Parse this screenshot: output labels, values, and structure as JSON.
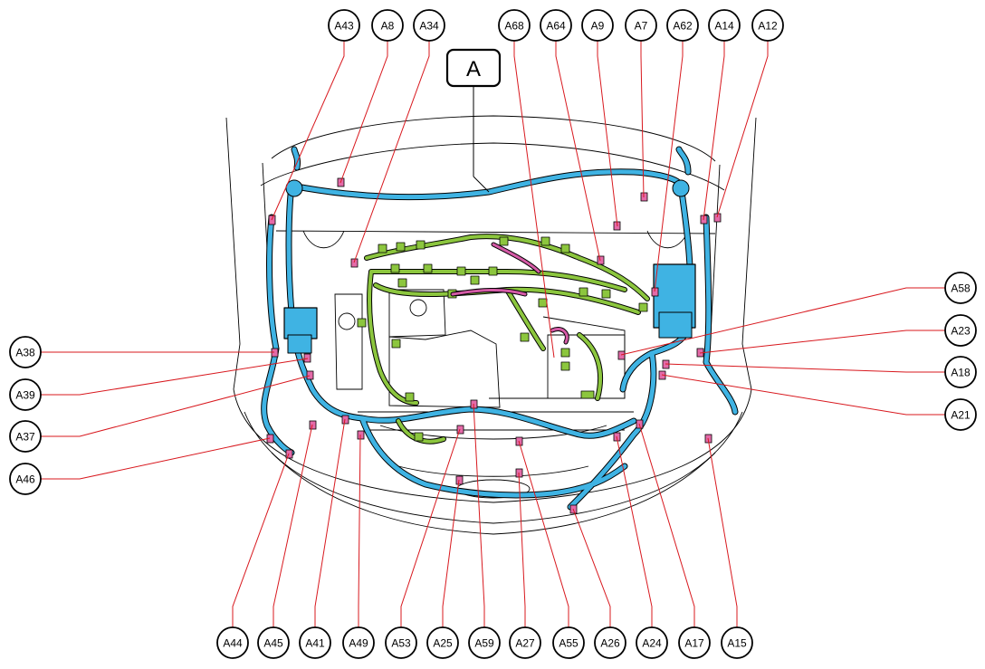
{
  "figure_label": "A",
  "colors": {
    "leader_line": "#d8181e",
    "harness_blue": "#3fb3e3",
    "harness_green": "#8cc63e",
    "harness_pink": "#d45aa6",
    "connector_pink": "#e46aa8",
    "outline": "#000000",
    "circle_fill": "#ffffff"
  },
  "callouts": {
    "top": [
      "A43",
      "A8",
      "A34",
      "A68",
      "A64",
      "A9",
      "A7",
      "A62",
      "A14",
      "A12"
    ],
    "left": [
      "A38",
      "A39",
      "A37",
      "A46"
    ],
    "right": [
      "A58",
      "A23",
      "A18",
      "A21"
    ],
    "bottom": [
      "A44",
      "A45",
      "A41",
      "A49",
      "A53",
      "A25",
      "A59",
      "A27",
      "A55",
      "A26",
      "A24",
      "A17",
      "A15"
    ]
  }
}
